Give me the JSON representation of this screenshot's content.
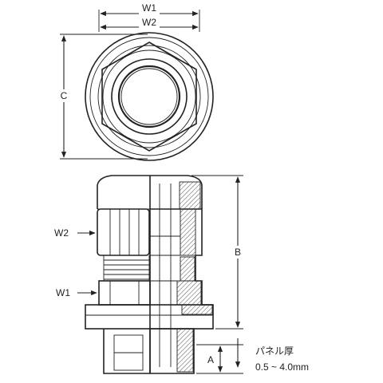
{
  "labels": {
    "w1_top": "W1",
    "w2_top": "W2",
    "c": "C",
    "w2_side": "W2",
    "w1_side": "W1",
    "b": "B",
    "a": "A",
    "panel_title": "パネル厚",
    "panel_range": "0.5 ~ 4.0mm"
  }
}
